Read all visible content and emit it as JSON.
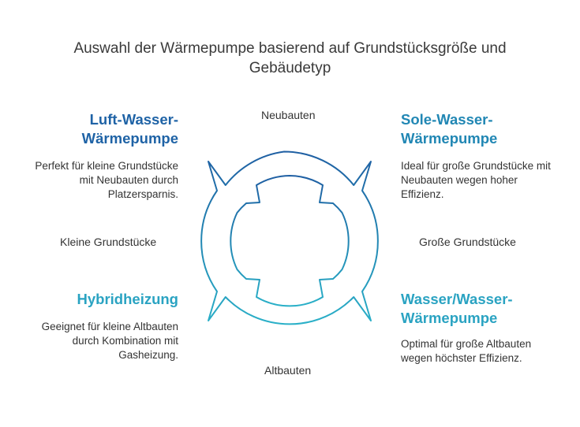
{
  "title": "Auswahl der Wärmepumpe basierend auf Grundstücksgröße und Gebäudetyp",
  "axes": {
    "top": "Neubauten",
    "bottom": "Altbauten",
    "left": "Kleine Grundstücke",
    "right": "Große Grundstücke"
  },
  "quadrants": {
    "top_left": {
      "title": "Luft-Wasser-Wärmepumpe",
      "description": "Perfekt für kleine Grundstücke mit Neubauten durch Platzersparnis."
    },
    "top_right": {
      "title": "Sole-Wasser-Wärmepumpe",
      "description": "Ideal für große Grundstücke mit Neubauten wegen hoher Effizienz."
    },
    "bottom_left": {
      "title": "Hybridheizung",
      "description": "Geeignet für kleine Altbauten durch Kombination mit Gasheizung."
    },
    "bottom_right": {
      "title": "Wasser/Wasser-Wärmepumpe",
      "description": "Optimal für große Altbauten wegen höchster Effizienz."
    }
  },
  "colors": {
    "dark_blue": "#1f63a6",
    "light_blue": "#2aa3c2",
    "mid_blue": "#2187b4"
  }
}
